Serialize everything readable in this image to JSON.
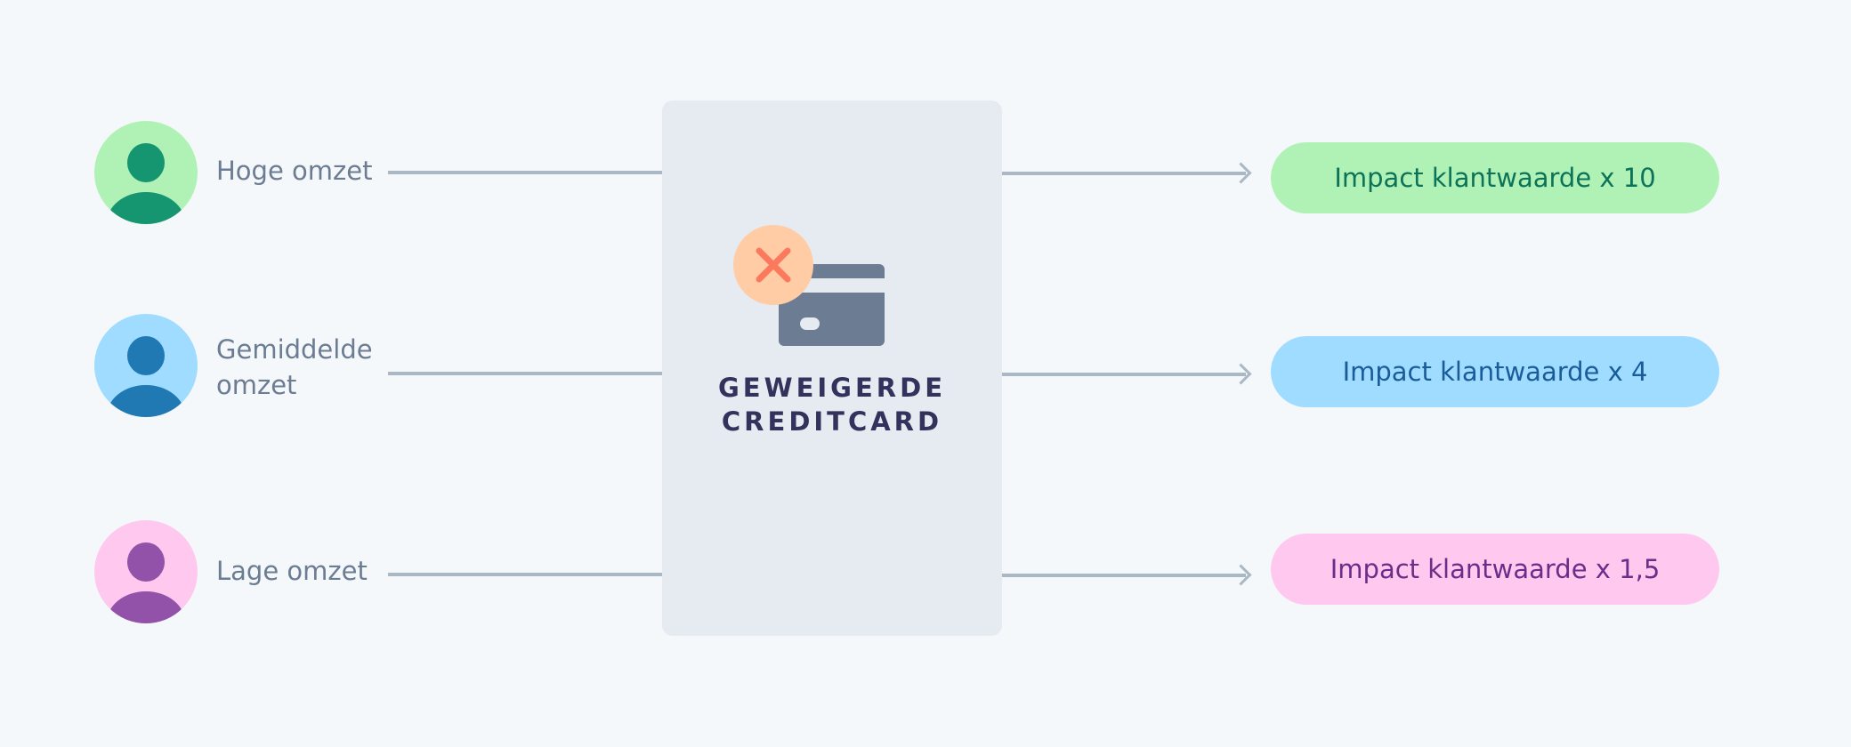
{
  "colors": {
    "background": "#f5f8fb",
    "panel": "#e6ebf1",
    "connector": "#aab7c4",
    "label_text": "#6b7c93",
    "title_text": "#32325d",
    "card": "#6b7c93",
    "decline_circle": "#ffcca5",
    "decline_x": "#fb7a5d"
  },
  "segments": [
    {
      "label": "Hoge omzet",
      "avatar_bg": "#b0f2b6",
      "avatar_fg": "#159570"
    },
    {
      "label": "Gemiddelde omzet",
      "avatar_bg": "#a0dcff",
      "avatar_fg": "#2179b4"
    },
    {
      "label": "Lage omzet",
      "avatar_bg": "#ffc8ee",
      "avatar_fg": "#9352aa"
    }
  ],
  "center": {
    "icon": "declined-credit-card-icon",
    "title_line1": "GEWEIGERDE",
    "title_line2": "CREDITCARD"
  },
  "outcomes": [
    {
      "label": "Impact klantwaarde x 10",
      "bg": "#b0f2b6",
      "fg": "#0d7358"
    },
    {
      "label": "Impact klantwaarde x 4",
      "bg": "#a0dcff",
      "fg": "#1a5b9a"
    },
    {
      "label": "Impact klantwaarde x 1,5",
      "bg": "#ffc8ee",
      "fg": "#6b2d8a"
    }
  ]
}
